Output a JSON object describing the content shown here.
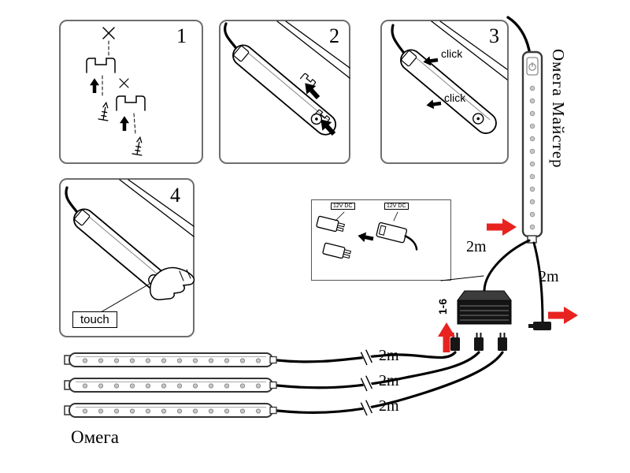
{
  "steps": {
    "step1": {
      "number": "1"
    },
    "step2": {
      "number": "2"
    },
    "step3": {
      "number": "3",
      "click_labels": [
        "click",
        "click"
      ]
    },
    "step4": {
      "number": "4",
      "touch_label": "touch"
    }
  },
  "connector_inset": {
    "left_tag": "12V DC",
    "right_tag": "12V DC"
  },
  "products": {
    "vertical_strip_label": "Омега Майстер",
    "horizontal_strip_label": "Омега",
    "distributor_label": "1-6"
  },
  "cable_lengths": {
    "master_feed": "2m",
    "master_lead": "2m",
    "strip1": "2m",
    "strip2": "2m",
    "strip3": "2m"
  },
  "colors": {
    "accent_red": "#e8231f",
    "line": "#000000",
    "panel_border": "#6e6e6e",
    "background": "#ffffff"
  }
}
